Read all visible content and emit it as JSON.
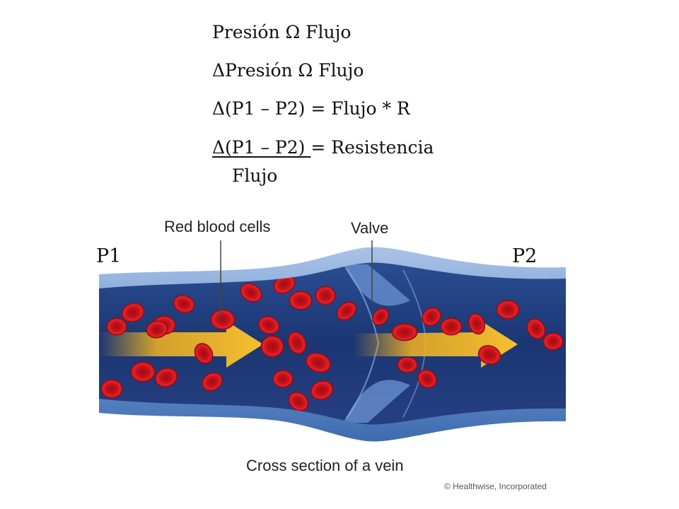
{
  "equations": {
    "line1": "Presión Ω Flujo",
    "line2": "ΔPresión Ω Flujo",
    "line3": "Δ(P1 – P2) = Flujo * R",
    "line4_numerator": "Δ(P1 – P2) ",
    "line4_rest": "= Resistencia",
    "line4_denominator": "Flujo"
  },
  "pressure_labels": {
    "p1": "P1",
    "p2": "P2"
  },
  "figure": {
    "red_cells_label": "Red blood cells",
    "valve_label": "Valve",
    "caption": "Cross section of a vein",
    "credit": "© Healthwise, Incorporated",
    "colors": {
      "vein_outer": "#6f98d0",
      "vein_inner": "#1e3a78",
      "red_cell": "#d3141c",
      "flow_arrow": "#f2b320"
    }
  }
}
